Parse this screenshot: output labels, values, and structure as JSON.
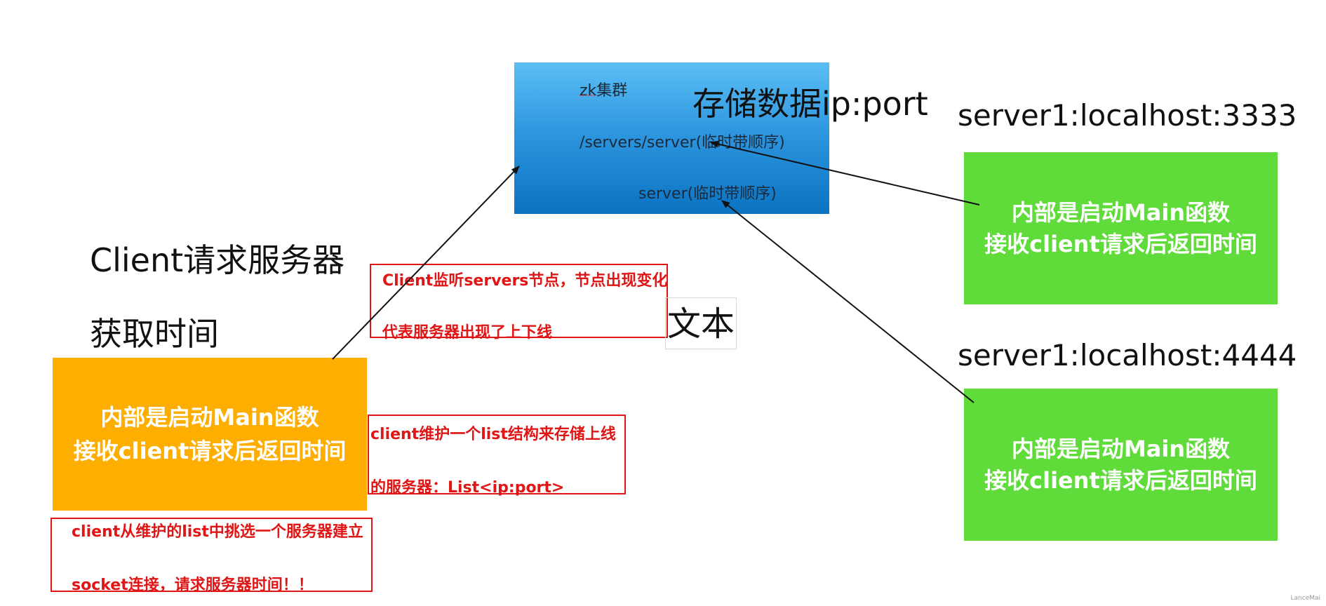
{
  "zk_box": {
    "title": "zk集群",
    "path": "/servers/server(临时带顺序)",
    "child": "server(临时带顺序)"
  },
  "storage_label": "存储数据ip:port",
  "server1": {
    "label": "server1:localhost:3333",
    "line1": "内部是启动Main函数",
    "line2": "接收client请求后返回时间"
  },
  "server2": {
    "label": "server1:localhost:4444",
    "line1": "内部是启动Main函数",
    "line2": "接收client请求后返回时间"
  },
  "client_heading": {
    "line1": "Client请求服务器",
    "line2": "获取时间"
  },
  "client_box": {
    "line1": "内部是启动Main函数",
    "line2": "接收client请求后返回时间"
  },
  "notes": {
    "watch": {
      "line1": "Client监听servers节点，节点出现变化",
      "line2": "代表服务器出现了上下线"
    },
    "list": {
      "line1": "client维护一个list结构来存储上线",
      "line2": "的服务器：List<ip:port>"
    },
    "pick": {
      "line1": "client从维护的list中挑选一个服务器建立",
      "line2": "socket连接，请求服务器时间！！"
    }
  },
  "text_placeholder": "文本",
  "watermark": "LanceMai",
  "colors": {
    "zk_top": "#5bbff5",
    "zk_bottom": "#0a73c2",
    "server_green": "#5fdb3a",
    "client_orange": "#fdae00",
    "note_red": "#e01515"
  }
}
